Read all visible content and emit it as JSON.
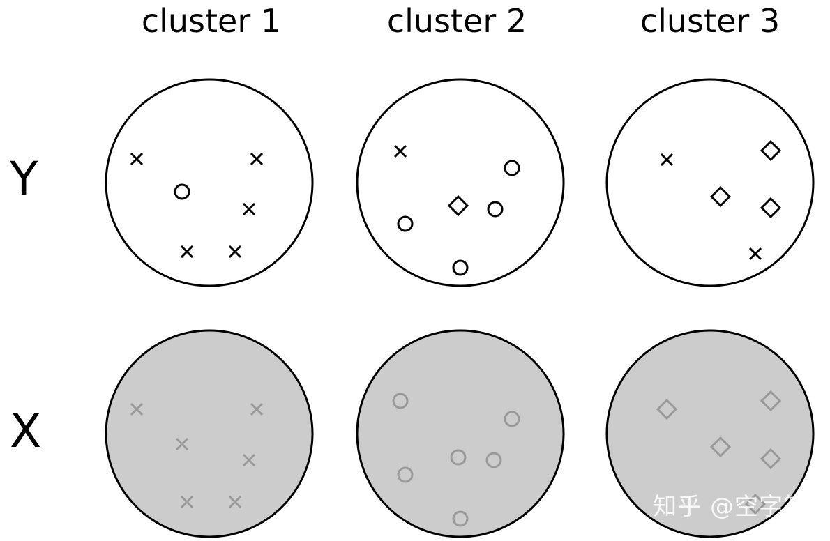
{
  "columns": [
    "cluster 1",
    "cluster 2",
    "cluster 3"
  ],
  "rows": [
    "Y",
    "X"
  ],
  "colors": {
    "y_fill": "#ffffff",
    "x_fill": "#cccccc",
    "y_marker": "#000000",
    "x_marker": "#999999",
    "outline": "#000000"
  },
  "clusters": [
    {
      "y_markers": [
        "cross",
        "cross",
        "circle",
        "cross",
        "cross",
        "cross"
      ],
      "x_markers": [
        "cross",
        "cross",
        "cross",
        "cross",
        "cross",
        "cross"
      ]
    },
    {
      "y_markers": [
        "cross",
        "circle",
        "circle",
        "diamond",
        "circle",
        "circle"
      ],
      "x_markers": [
        "circle",
        "circle",
        "circle",
        "circle",
        "circle",
        "circle"
      ]
    },
    {
      "y_markers": [
        "cross",
        "diamond",
        "diamond",
        "diamond",
        "cross"
      ],
      "x_markers": [
        "diamond",
        "diamond",
        "diamond",
        "diamond",
        "diamond"
      ]
    }
  ],
  "watermark": "知乎 @空字符"
}
